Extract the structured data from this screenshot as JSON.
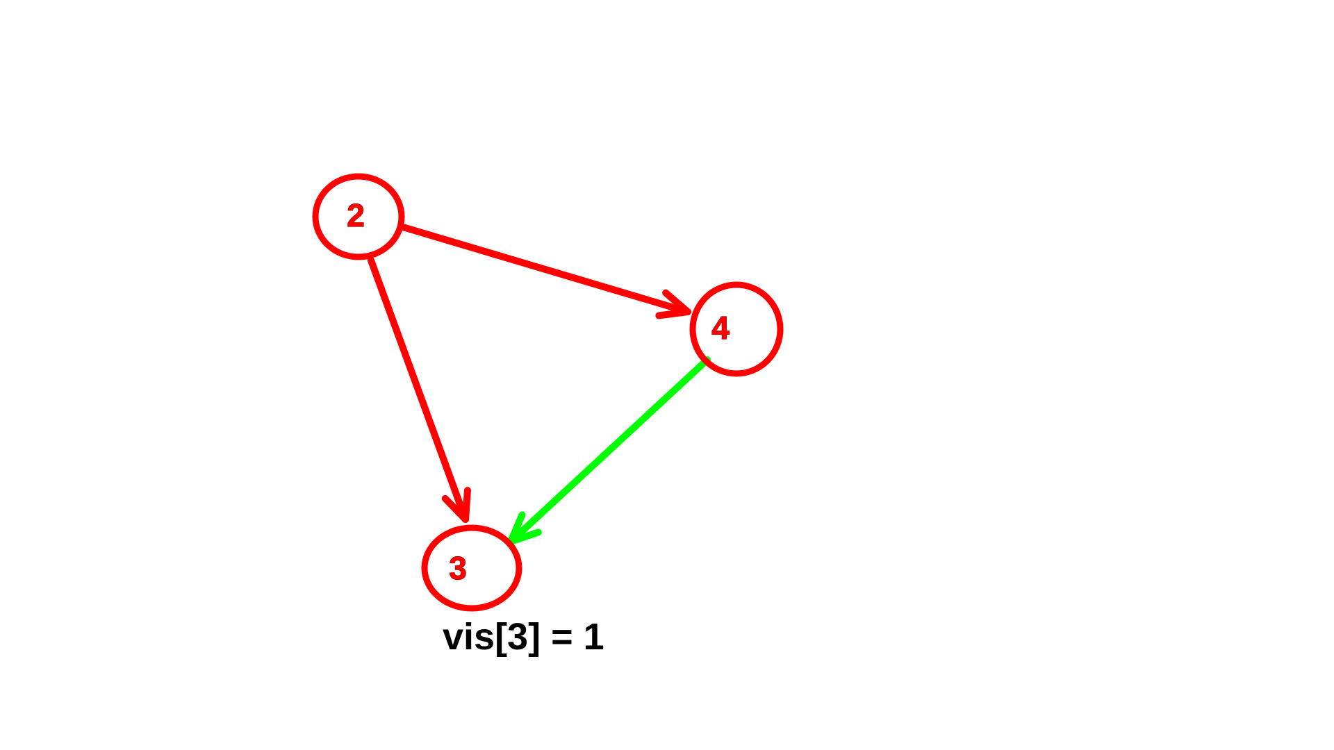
{
  "colors": {
    "node": "#ff0000",
    "visited_edge": "#ff0000",
    "active_edge": "#00ff00",
    "caption": "#000000",
    "background": "#ffffff"
  },
  "graph": {
    "nodes": [
      {
        "id": "2",
        "label": "2"
      },
      {
        "id": "4",
        "label": "4"
      },
      {
        "id": "3",
        "label": "3"
      }
    ],
    "edges": [
      {
        "from": "2",
        "to": "4",
        "state": "visited"
      },
      {
        "from": "2",
        "to": "3",
        "state": "visited"
      },
      {
        "from": "4",
        "to": "3",
        "state": "active"
      }
    ]
  },
  "caption": "vis[3] = 1"
}
